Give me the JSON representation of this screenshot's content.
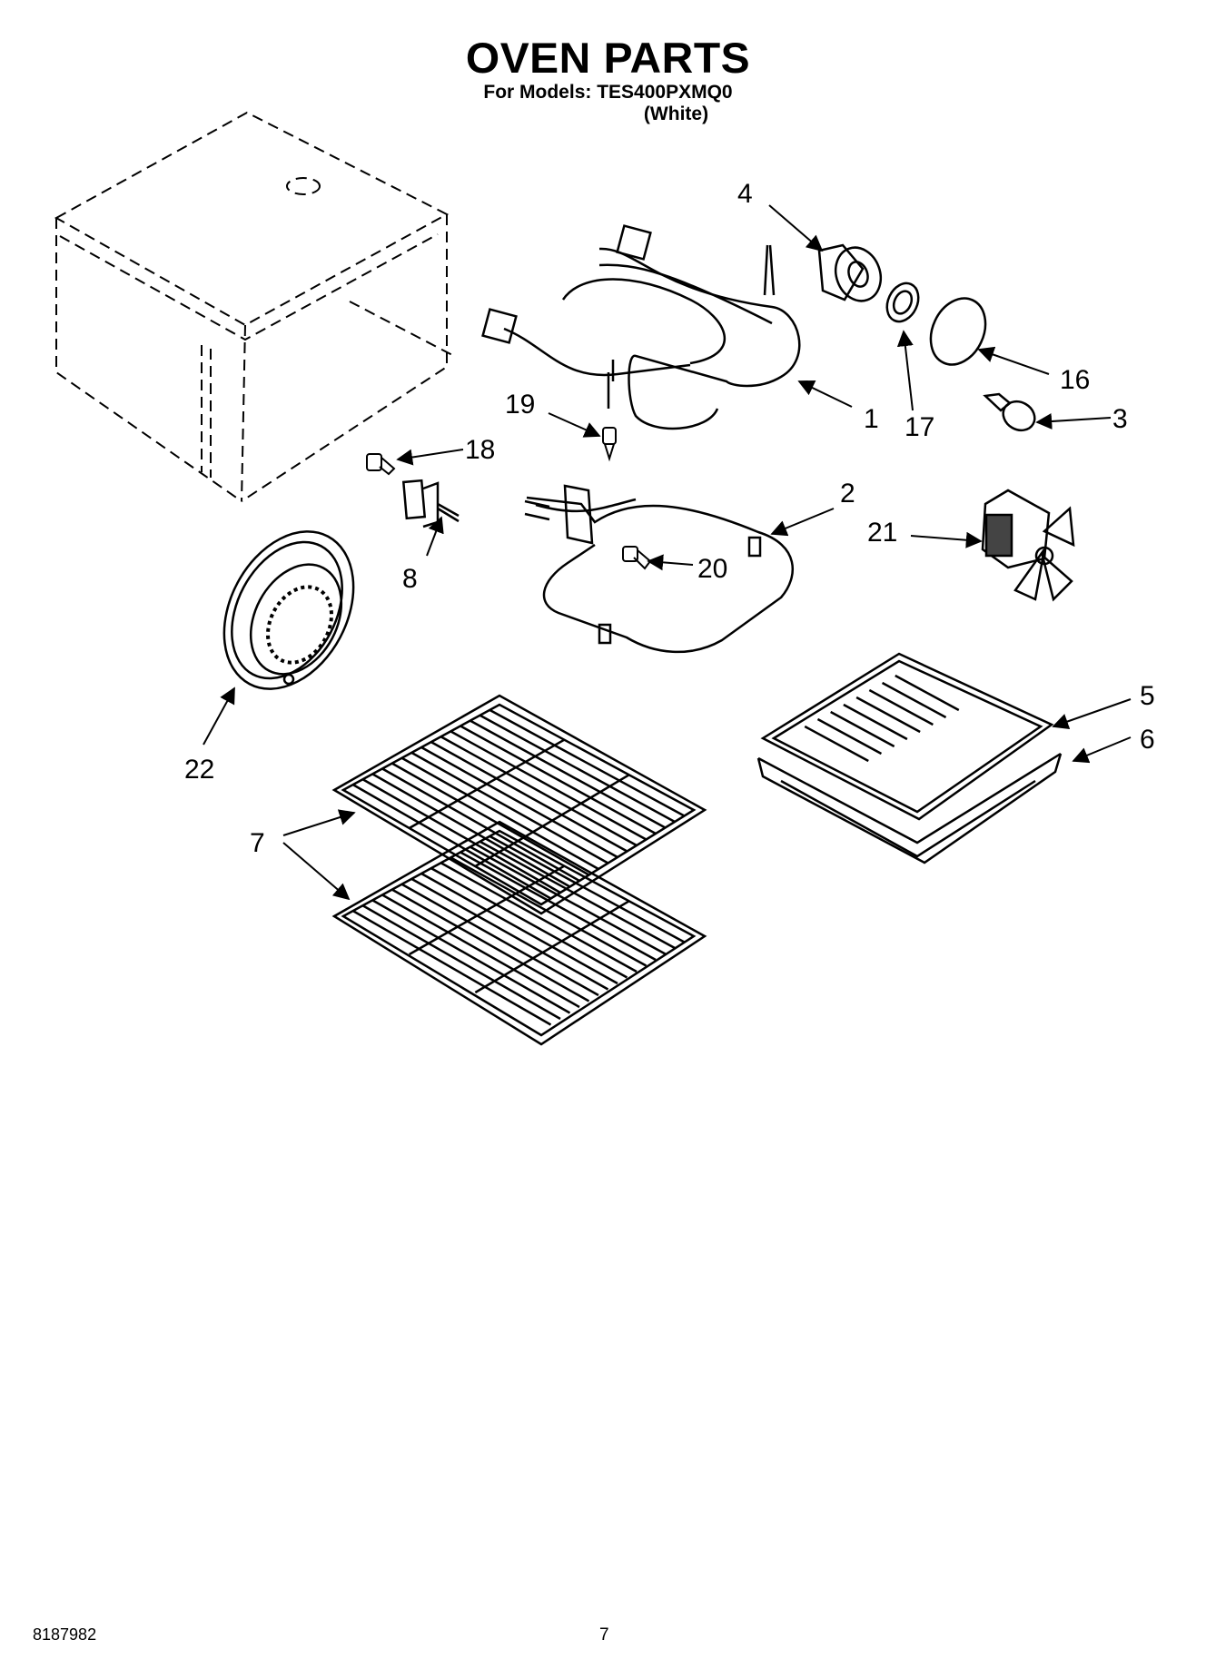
{
  "header": {
    "title": "OVEN PARTS",
    "models_line": "For Models: TES400PXMQ0",
    "color_line": "(White)"
  },
  "callouts": [
    "1",
    "2",
    "3",
    "4",
    "5",
    "6",
    "7",
    "8",
    "16",
    "17",
    "18",
    "19",
    "20",
    "21",
    "22"
  ],
  "footer": {
    "doc_number": "8187982",
    "page_number": "7"
  }
}
